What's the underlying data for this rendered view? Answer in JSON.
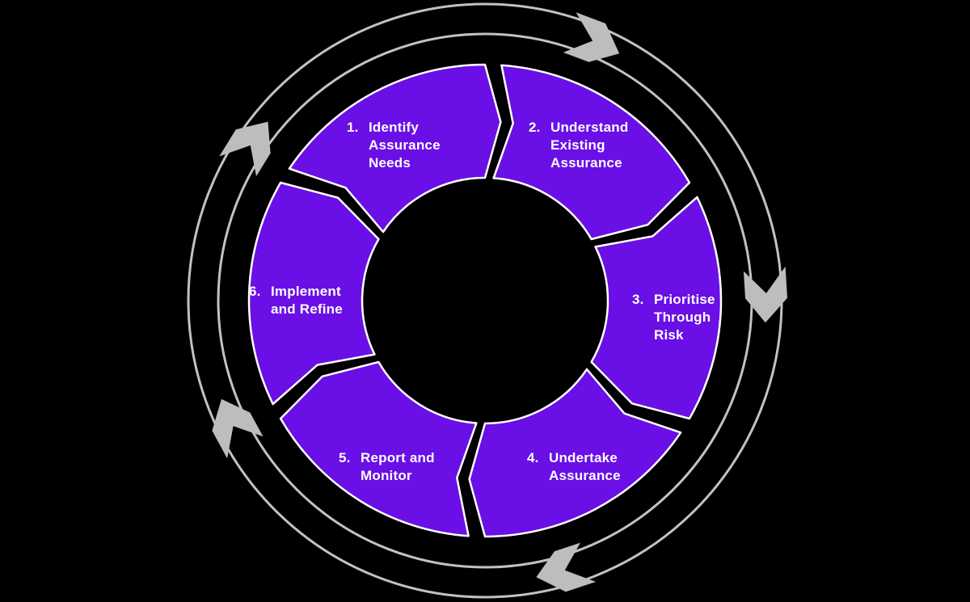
{
  "diagram": {
    "name": "assurance-cycle",
    "direction": "clockwise",
    "background_color": "#000000",
    "colors": {
      "segment_fill": "#6A0FE6",
      "segment_outline": "#FFFFFF",
      "label_text": "#FFFFFF",
      "ring_stroke": "#C2C2C2",
      "arrow_fill": "#BDBDBD"
    },
    "segments": [
      {
        "number": "1.",
        "label": "Identify\nAssurance\nNeeds"
      },
      {
        "number": "2.",
        "label": "Understand\nExisting\nAssurance"
      },
      {
        "number": "3.",
        "label": "Prioritise\nThrough\nRisk"
      },
      {
        "number": "4.",
        "label": "Undertake\nAssurance"
      },
      {
        "number": "5.",
        "label": "Report and\nMonitor"
      },
      {
        "number": "6.",
        "label": "Implement\nand Refine"
      }
    ],
    "arrow_count": 5
  }
}
